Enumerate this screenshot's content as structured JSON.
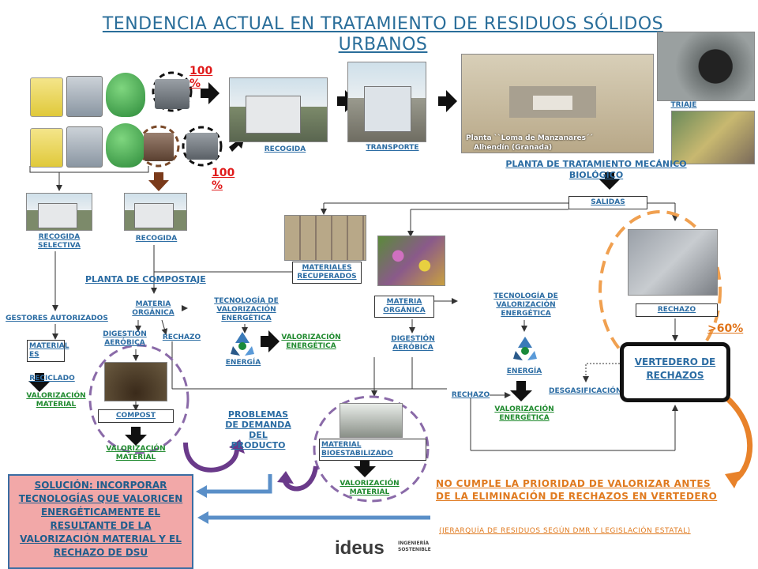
{
  "title": "TENDENCIA ACTUAL EN TRATAMIENTO DE RESIDUOS SÓLIDOS URBANOS",
  "percent_top": "100 %",
  "percent_mid": "100 %",
  "percent_rechazo": ">60%",
  "labels": {
    "recogida_top": "RECOGIDA",
    "transporte": "TRANSPORTE",
    "plant_caption_1": "Planta ``Loma de Manzanares´´",
    "plant_caption_2": "Alhendín (Granada)",
    "triaje": "TRIAJE",
    "planta_tmb": "PLANTA DE TRATAMIENTO MECÁNICO BIOLÓGICO",
    "salidas": "SALIDAS",
    "recogida_selectiva": "RECOGIDA SELECTIVA",
    "recogida_2": "RECOGIDA",
    "materiales_recuperados": "MATERIALES RECUPERADOS",
    "planta_compostaje": "PLANTA DE COMPOSTAJE",
    "gestores": "GESTORES AUTORIZADOS",
    "materia_organica_1": "MATERIA ORGÁNICA",
    "tec_valorizacion_1": "TECNOLOGÍA DE VALORIZACIÓN ENERGÉTICA",
    "materia_organica_2": "MATERIA ORGÁNICA",
    "tec_valorizacion_2": "TECNOLOGÍA DE VALORIZACIÓN ENERGÉTICA",
    "rechazo_right": "RECHAZO",
    "material_es": "MATERIAL ES",
    "digestion_1": "DIGESTIÓN AERÓBICA",
    "rechazo_1": "RECHAZO",
    "energia_1": "ENERGÍA",
    "valorizacion_energetica_1": "VALORIZACIÓN ENERGÉTICA",
    "digestion_2": "DIGESTIÓN AERÓBICA",
    "energia_2": "ENERGÍA",
    "reciclado": "RECICLADO",
    "valorizacion_material_1": "VALORIZACIÓN MATERIAL",
    "rechazo_2": "RECHAZO",
    "desgasificacion": "DESGASIFICACIÓN",
    "valorizacion_energetica_2": "VALORIZACIÓN ENERGÉTICA",
    "compost": "COMPOST",
    "problemas": "PROBLEMAS DE DEMANDA DEL PRODUCTO",
    "material_bioestabilizado": "MATERIAL BIOESTABILIZADO",
    "valorizacion_material_2": "VALORIZACIÓN MATERIAL",
    "valorizacion_material_3": "VALORIZACIÓN MATERIAL",
    "vertedero": "VERTEDERO DE RECHAZOS"
  },
  "solucion": "SOLUCIÓN: INCORPORAR TECNOLOGÍAS QUE VALORICEN ENERGÉTICAMENTE EL RESULTANTE DE LA VALORIZACIÓN MATERIAL Y EL RECHAZO DE DSU",
  "no_cumple": "NO CUMPLE LA PRIORIDAD DE VALORIZAR ANTES DE LA ELIMINACIÓN DE RECHAZOS EN VERTEDERO",
  "jerarquia": "(JERARQUÍA DE RESIDUOS SEGÚN DMR Y LEGISLACIÓN ESTATAL)",
  "logo": {
    "brand": "ideus",
    "sub_1": "INGENIERÍA",
    "sub_2": "SOSTENIBLE"
  },
  "colors": {
    "title": "#2a6e9a",
    "label_blue": "#2b6ca3",
    "label_green": "#1f8a2e",
    "label_orange": "#e07a1f",
    "percent_red": "#e01a1a",
    "dashed_orange": "#f0a050",
    "dashed_purple": "#8a6aa8",
    "solution_fill": "#f2a8a8",
    "solution_border": "#3a6da3",
    "arrow_blue": "#5a8fc8"
  }
}
